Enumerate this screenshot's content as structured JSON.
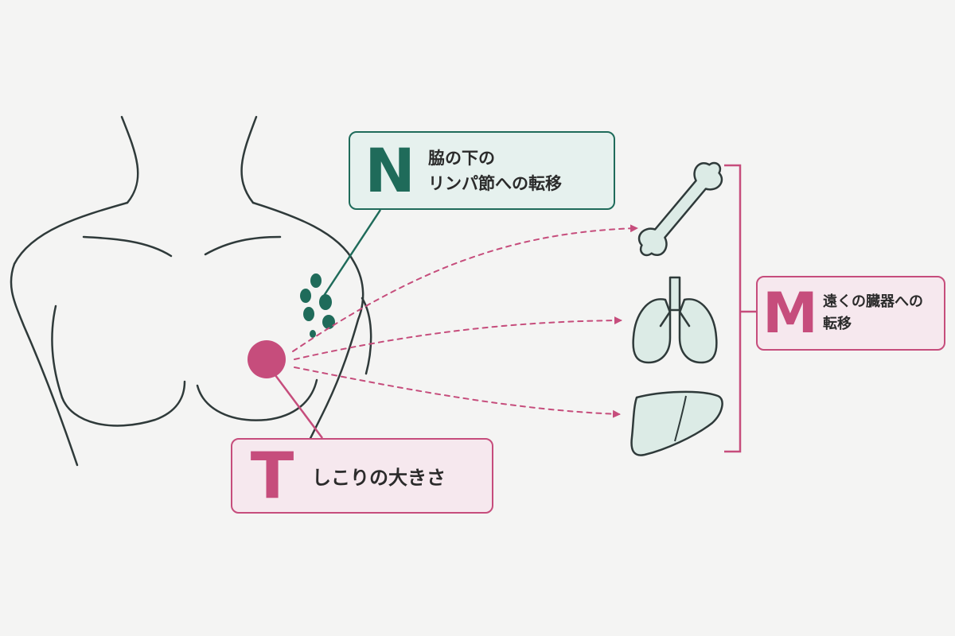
{
  "colors": {
    "background": "#f4f4f3",
    "outline": "#2f3a3a",
    "n_accent": "#1f6b5a",
    "n_fill": "#e6f1ee",
    "m_accent": "#c64d7c",
    "m_fill": "#f6e8ee",
    "organ_fill": "#dcebe6",
    "tumor": "#c64d7c",
    "lymph_node": "#1f6b5a"
  },
  "labels": {
    "n": {
      "letter": "N",
      "text": "脇の下の\nリンパ節への転移"
    },
    "m": {
      "letter": "M",
      "text": "遠くの臓器への\n転移"
    },
    "t": {
      "letter": "T",
      "text": "しこりの大きさ"
    }
  },
  "icons": {
    "organs": [
      "bone-icon",
      "lungs-icon",
      "liver-icon"
    ],
    "body": "torso-outline",
    "tumor": "tumor-circle",
    "nodes": "lymph-node-cluster"
  }
}
